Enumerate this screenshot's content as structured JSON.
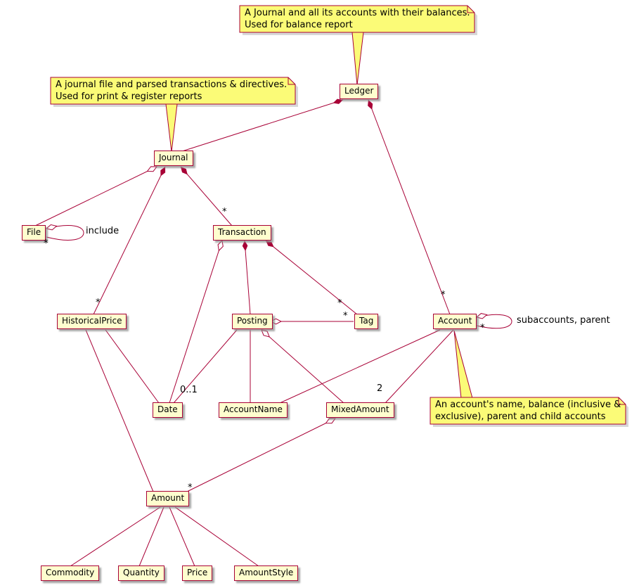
{
  "diagram": {
    "kind": "uml-class-diagram",
    "style": "plantuml"
  },
  "colors": {
    "class_fill": "#FEFECE",
    "class_border": "#A80036",
    "note_fill": "#FBFB77",
    "note_border": "#A80036",
    "edge": "#A80036",
    "text": "#000000",
    "background": "#FFFFFF"
  },
  "classes": [
    {
      "name": "Ledger"
    },
    {
      "name": "Journal"
    },
    {
      "name": "File"
    },
    {
      "name": "Transaction"
    },
    {
      "name": "HistoricalPrice"
    },
    {
      "name": "Posting"
    },
    {
      "name": "Tag"
    },
    {
      "name": "Account"
    },
    {
      "name": "Date"
    },
    {
      "name": "AccountName"
    },
    {
      "name": "MixedAmount"
    },
    {
      "name": "Amount"
    },
    {
      "name": "Commodity"
    },
    {
      "name": "Quantity"
    },
    {
      "name": "Price"
    },
    {
      "name": "AmountStyle"
    }
  ],
  "notes": [
    {
      "attached_to": "Ledger",
      "lines": [
        "A Journal and all its accounts with their balances.",
        "Used for balance report"
      ]
    },
    {
      "attached_to": "Journal",
      "lines": [
        "A journal file and parsed transactions & directives.",
        "Used for print & register reports"
      ]
    },
    {
      "attached_to": "Account",
      "lines": [
        "An account's name, balance (inclusive &",
        "exclusive), parent and child accounts"
      ]
    }
  ],
  "edge_labels": [
    {
      "text": "include",
      "edge": "file-self-loop"
    },
    {
      "text": "*",
      "edge": "file-self-loop"
    },
    {
      "text": "*",
      "edge": "journal-transaction"
    },
    {
      "text": "*",
      "edge": "journal-historicalprice"
    },
    {
      "text": "*",
      "edge": "transaction-tag"
    },
    {
      "text": "*",
      "edge": "posting-tag"
    },
    {
      "text": "*",
      "edge": "ledger-account"
    },
    {
      "text": "*",
      "edge": "account-self-loop"
    },
    {
      "text": "subaccounts, parent",
      "edge": "account-self-loop"
    },
    {
      "text": "0..1",
      "edge": "posting-date"
    },
    {
      "text": "2",
      "edge": "account-mixedamount"
    },
    {
      "text": "*",
      "edge": "mixedamount-amount"
    }
  ],
  "relationships": [
    {
      "from": "Ledger",
      "to": "Journal",
      "type": "composition"
    },
    {
      "from": "Ledger",
      "to": "Account",
      "type": "composition",
      "multiplicity": "*"
    },
    {
      "from": "Journal",
      "to": "File",
      "type": "aggregation"
    },
    {
      "from": "Journal",
      "to": "HistoricalPrice",
      "type": "composition",
      "multiplicity": "*"
    },
    {
      "from": "Journal",
      "to": "Transaction",
      "type": "composition",
      "multiplicity": "*"
    },
    {
      "from": "File",
      "to": "File",
      "type": "aggregation",
      "multiplicity": "*",
      "label": "include"
    },
    {
      "from": "Transaction",
      "to": "Posting",
      "type": "composition"
    },
    {
      "from": "Transaction",
      "to": "Date",
      "type": "aggregation"
    },
    {
      "from": "Transaction",
      "to": "Tag",
      "type": "composition",
      "multiplicity": "*"
    },
    {
      "from": "Posting",
      "to": "Tag",
      "type": "aggregation",
      "multiplicity": "*"
    },
    {
      "from": "Posting",
      "to": "Date",
      "type": "association",
      "multiplicity": "0..1"
    },
    {
      "from": "Posting",
      "to": "AccountName",
      "type": "association"
    },
    {
      "from": "Posting",
      "to": "MixedAmount",
      "type": "aggregation"
    },
    {
      "from": "Account",
      "to": "Account",
      "type": "aggregation",
      "multiplicity": "*",
      "label": "subaccounts, parent"
    },
    {
      "from": "Account",
      "to": "AccountName",
      "type": "association"
    },
    {
      "from": "Account",
      "to": "MixedAmount",
      "type": "association",
      "multiplicity": "2"
    },
    {
      "from": "MixedAmount",
      "to": "Amount",
      "type": "aggregation",
      "multiplicity": "*"
    },
    {
      "from": "HistoricalPrice",
      "to": "Date",
      "type": "association"
    },
    {
      "from": "HistoricalPrice",
      "to": "Amount",
      "type": "association"
    },
    {
      "from": "Amount",
      "to": "Commodity",
      "type": "association"
    },
    {
      "from": "Amount",
      "to": "Quantity",
      "type": "association"
    },
    {
      "from": "Amount",
      "to": "Price",
      "type": "association"
    },
    {
      "from": "Amount",
      "to": "AmountStyle",
      "type": "association"
    }
  ]
}
